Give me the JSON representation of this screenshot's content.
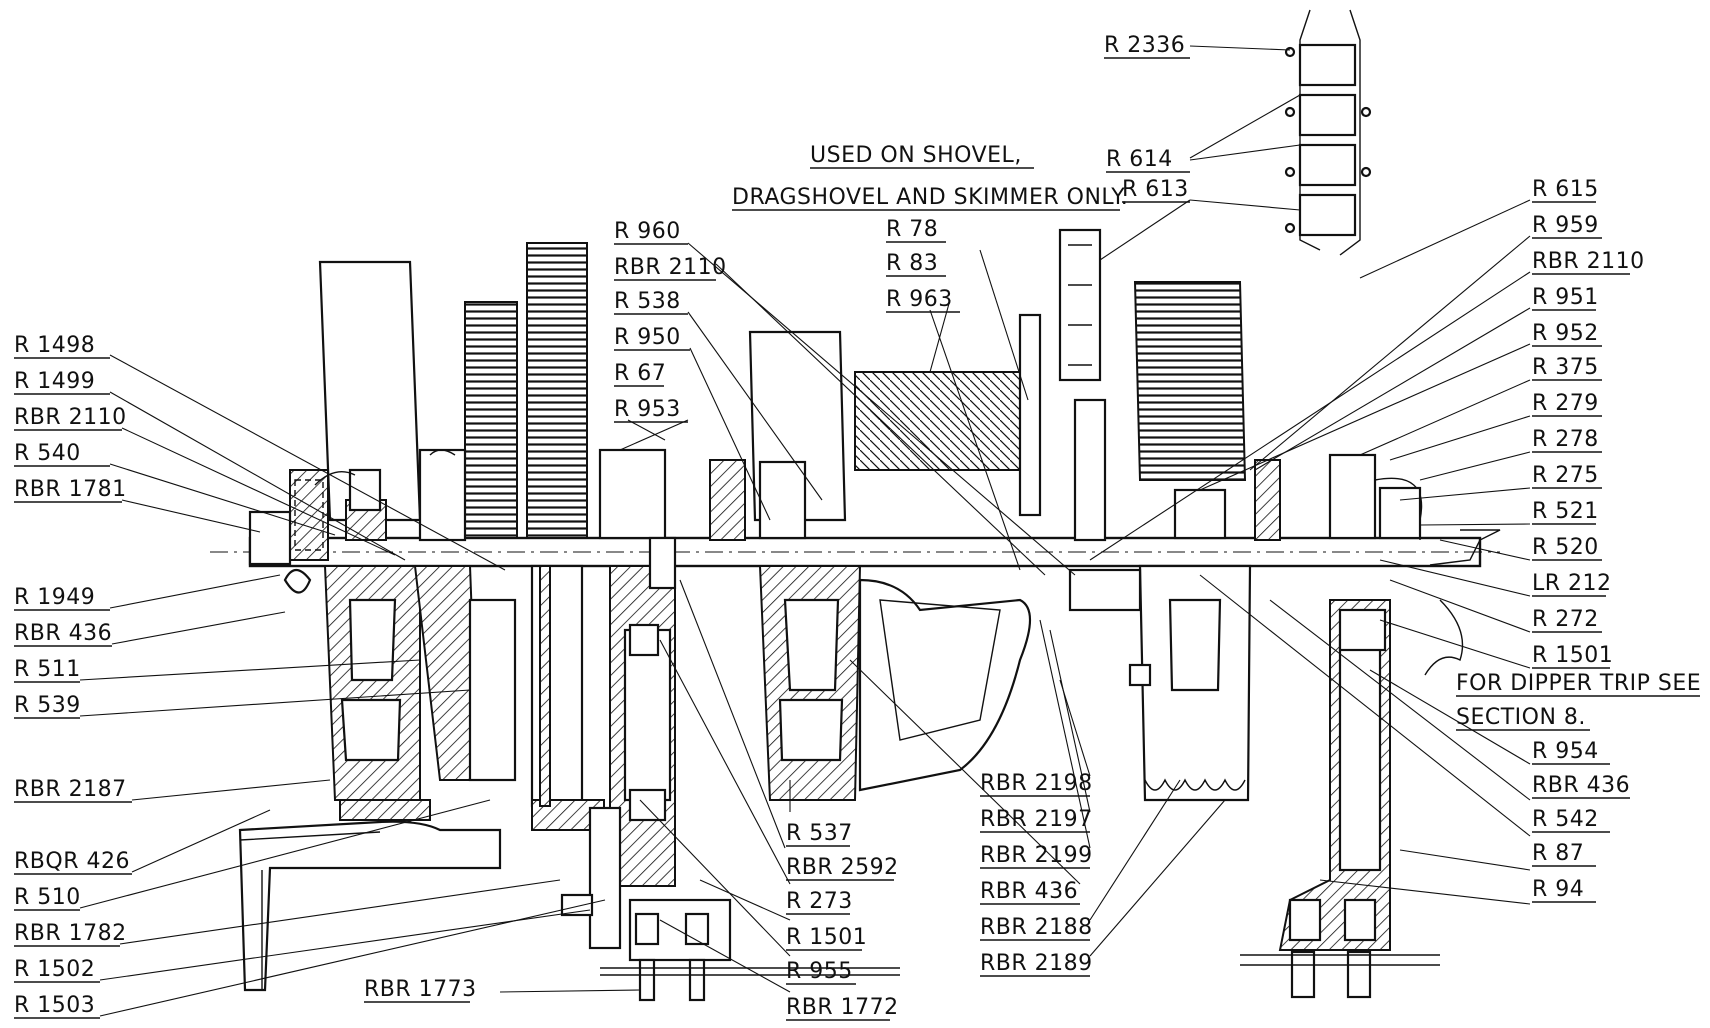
{
  "labels_left": [
    "R 1498",
    "R 1499",
    "RBR 2110",
    "R 540",
    "RBR 1781",
    "R 1949",
    "RBR 436",
    "R 511",
    "R 539",
    "RBR 2187",
    "RBQR 426",
    "R 510",
    "RBR 1782",
    "R 1502",
    "R 1503"
  ],
  "labels_center_top": [
    "R 960",
    "RBR 2110",
    "R 538",
    "R 950",
    "R 67",
    "R 953",
    "R 78",
    "R 83",
    "R 963"
  ],
  "labels_top": [
    "R 2336",
    "R 614",
    "R 613"
  ],
  "note_shovel": [
    "USED ON SHOVEL,",
    "DRAGSHOVEL AND SKIMMER ONLY."
  ],
  "labels_right": [
    "R 615",
    "R 959",
    "RBR 2110",
    "R 951",
    "R 952",
    "R 375",
    "R 279",
    "R 278",
    "R 275",
    "R 521",
    "R 520",
    "LR 212",
    "R 272",
    "R 1501",
    "R 954",
    "RBR 436",
    "R 542",
    "R 87",
    "R 94"
  ],
  "note_dipper": [
    "FOR DIPPER TRIP SEE",
    "SECTION 8."
  ],
  "labels_bottom_center": [
    "R 537",
    "RBR 2592",
    "R 273",
    "R 1501",
    "R 955",
    "RBR 1772",
    "RBR 1773"
  ],
  "labels_bottom_right": [
    "RBR 2198",
    "RBR 2197",
    "RBR 2199",
    "RBR 436",
    "RBR 2188",
    "RBR 2189"
  ]
}
